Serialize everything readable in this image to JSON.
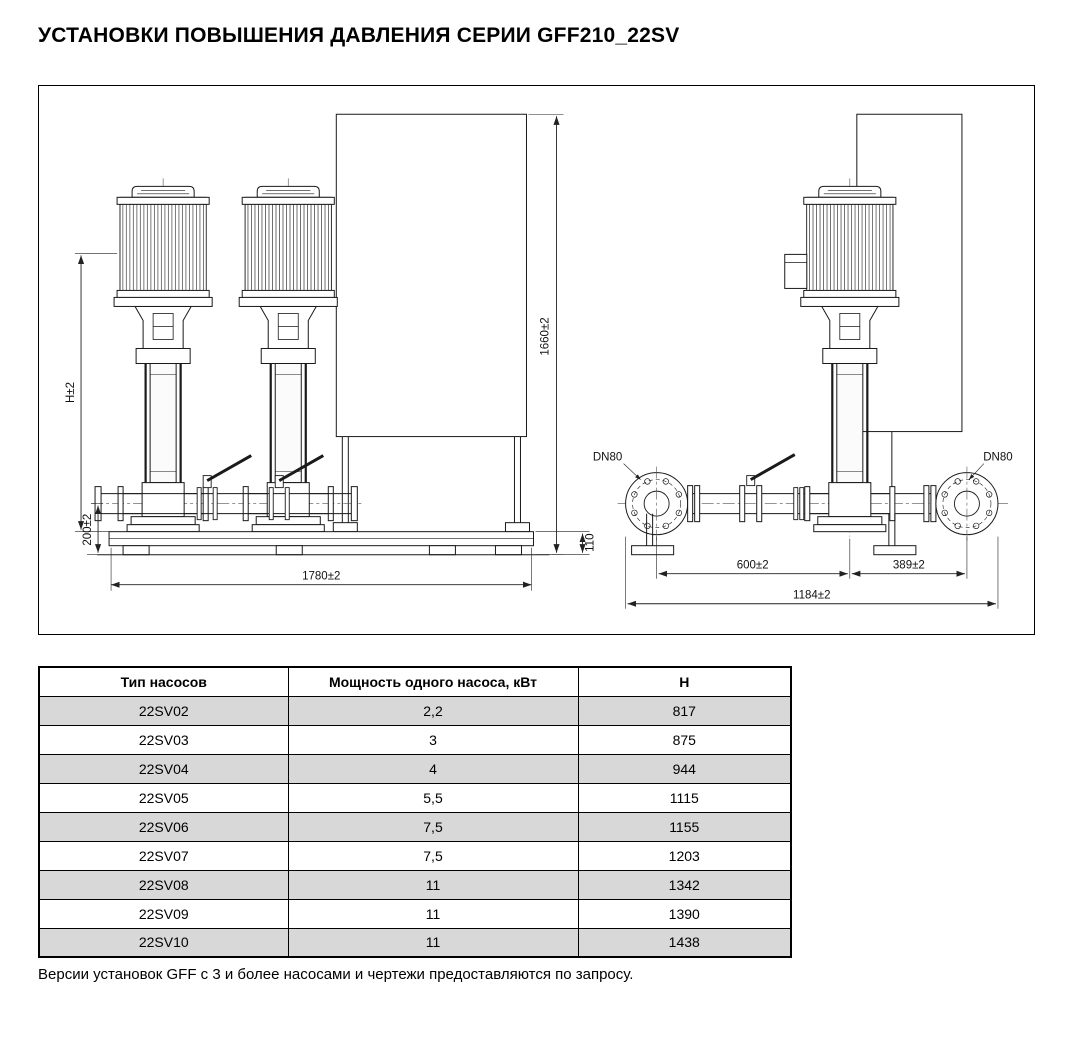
{
  "page": {
    "title": "УСТАНОВКИ ПОВЫШЕНИЯ ДАВЛЕНИЯ СЕРИИ GFF210_22SV",
    "footer_note": "Версии установок GFF с 3 и более насосами и чертежи предоставляются по запросу."
  },
  "drawing": {
    "front_view": {
      "dim_pump_height": "H±2",
      "dim_manifold_height": "200±2",
      "dim_base_height": "110",
      "dim_overall_height": "1660±2",
      "dim_length": "1780±2"
    },
    "side_view": {
      "dn_inlet": "DN80",
      "dn_outlet": "DN80",
      "dim_pump_offset": "600±2",
      "dim_outlet_offset": "389±2",
      "dim_length": "1184±2"
    }
  },
  "table": {
    "headers": [
      "Тип насосов",
      "Мощность одного насоса, кВт",
      "Н"
    ],
    "rows": [
      [
        "22SV02",
        "2,2",
        "817"
      ],
      [
        "22SV03",
        "3",
        "875"
      ],
      [
        "22SV04",
        "4",
        "944"
      ],
      [
        "22SV05",
        "5,5",
        "1115"
      ],
      [
        "22SV06",
        "7,5",
        "1155"
      ],
      [
        "22SV07",
        "7,5",
        "1203"
      ],
      [
        "22SV08",
        "11",
        "1342"
      ],
      [
        "22SV09",
        "11",
        "1390"
      ],
      [
        "22SV10",
        "11",
        "1438"
      ]
    ]
  }
}
